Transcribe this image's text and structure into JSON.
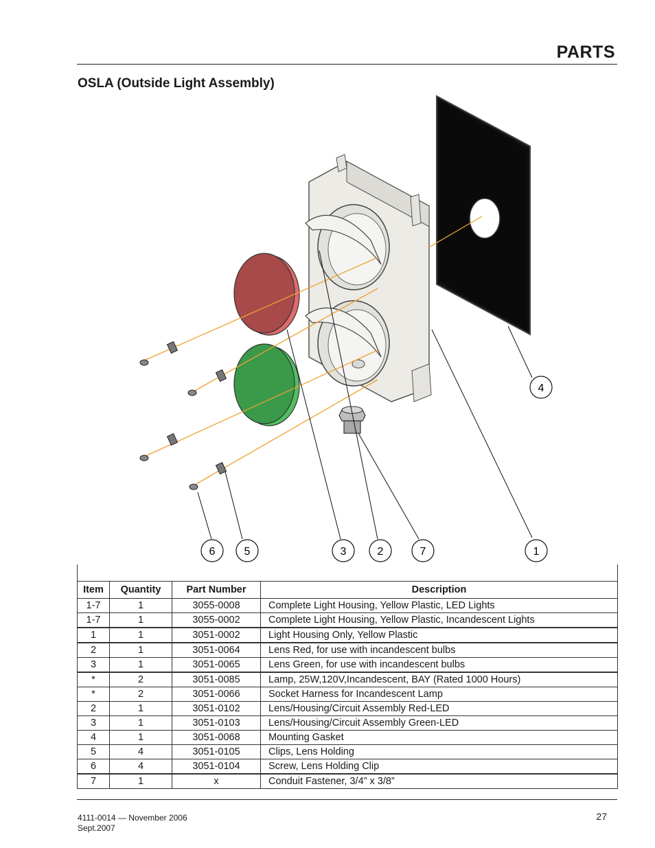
{
  "header": {
    "title": "PARTS"
  },
  "section": {
    "title": "OSLA (Outside Light Assembly)"
  },
  "diagram": {
    "callouts": [
      "6",
      "5",
      "3",
      "2",
      "7",
      "1",
      "4"
    ],
    "lens_colors": {
      "red": "#a84a4a",
      "green": "#3a9a4a"
    },
    "leader_color": "#f0a030"
  },
  "table": {
    "headers": [
      "Item",
      "Quantity",
      "Part Number",
      "Description"
    ],
    "rows": [
      [
        "1-7",
        "1",
        "3055-0008",
        "Complete Light Housing, Yellow Plastic, LED Lights"
      ],
      [
        "1-7",
        "1",
        "3055-0002",
        "Complete Light Housing, Yellow Plastic, Incandescent Lights"
      ],
      [
        "1",
        "1",
        "3051-0002",
        "Light Housing Only, Yellow Plastic"
      ],
      [
        "2",
        "1",
        "3051-0064",
        "Lens Red, for use with incandescent bulbs"
      ],
      [
        "3",
        "1",
        "3051-0065",
        "Lens Green, for use with incandescent bulbs"
      ],
      [
        "*",
        "2",
        "3051-0085",
        "Lamp, 25W,120V,Incandescent, BAY (Rated 1000 Hours)"
      ],
      [
        "*",
        "2",
        "3051-0066",
        "Socket Harness for Incandescent Lamp"
      ],
      [
        "2",
        "1",
        "3051-0102",
        "Lens/Housing/Circuit Assembly Red-LED"
      ],
      [
        "3",
        "1",
        "3051-0103",
        "Lens/Housing/Circuit Assembly Green-LED"
      ],
      [
        "4",
        "1",
        "3051-0068",
        "Mounting Gasket"
      ],
      [
        "5",
        "4",
        "3051-0105",
        "Clips, Lens Holding"
      ],
      [
        "6",
        "4",
        "3051-0104",
        "Screw, Lens Holding Clip"
      ],
      [
        "7",
        "1",
        "x",
        "Conduit Fastener, 3/4” x 3/8”"
      ]
    ]
  },
  "footer": {
    "doc_number": "4111-0014 — November 2006",
    "date": "Sept.2007",
    "page_number": "27"
  }
}
